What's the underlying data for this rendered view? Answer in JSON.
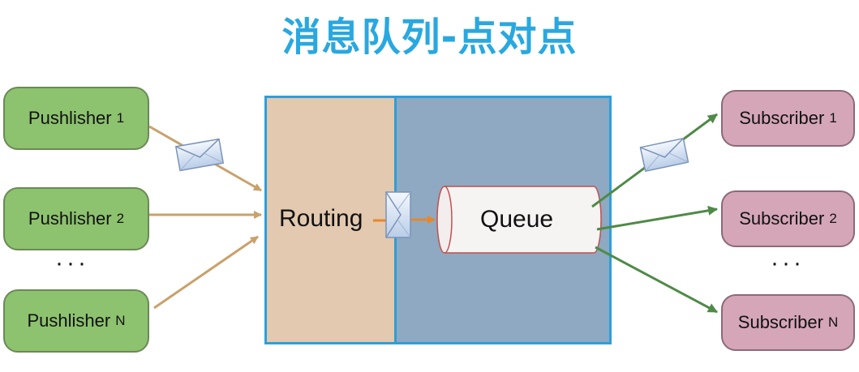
{
  "title": "消息队列-点对点",
  "publishers": [
    {
      "label": "Pushlisher",
      "suffix": "1"
    },
    {
      "label": "Pushlisher",
      "suffix": "2"
    },
    {
      "label": "Pushlisher",
      "suffix": "N"
    }
  ],
  "subscribers": [
    {
      "label": "Subscriber",
      "suffix": "1"
    },
    {
      "label": "Subscriber",
      "suffix": "2"
    },
    {
      "label": "Subscriber",
      "suffix": "N"
    }
  ],
  "ellipsis": "···",
  "routing": {
    "label": "Routing"
  },
  "queue": {
    "label": "Queue"
  },
  "colors": {
    "title": "#29a8e0",
    "publisher_fill": "#8dc26f",
    "subscriber_fill": "#d5a6b8",
    "routing_fill": "#e2c9af",
    "queue_panel_fill": "#8ea9c1",
    "panel_border": "#2f9ed8",
    "inbound_arrow": "#c9a16b",
    "outbound_arrow": "#4f8a47",
    "internal_arrow": "#e8862a"
  },
  "icons": [
    "envelope-icon",
    "arrow-icon"
  ]
}
